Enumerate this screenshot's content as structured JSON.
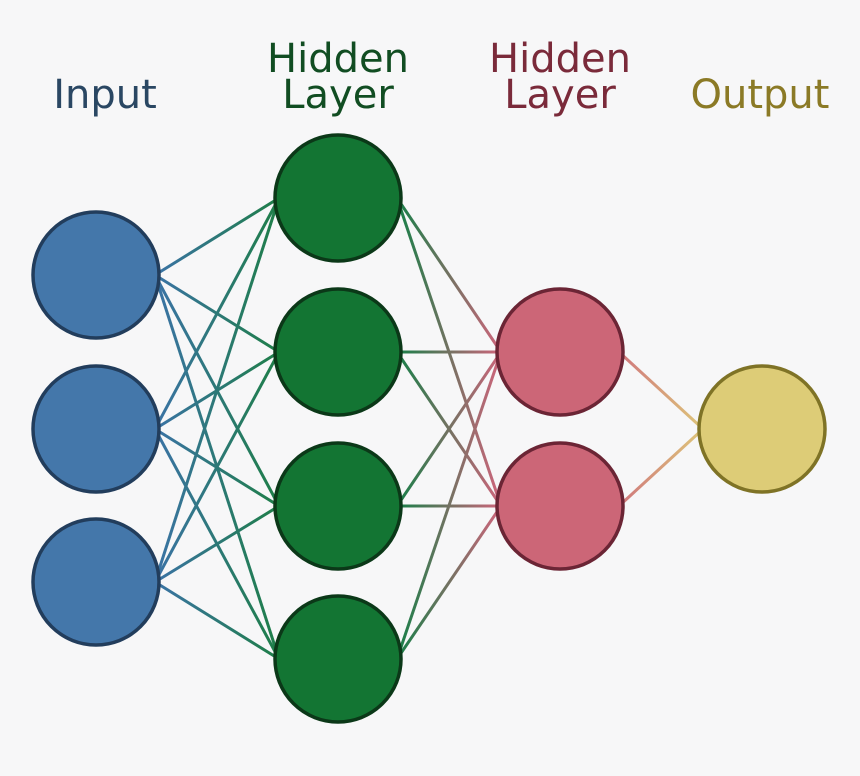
{
  "labels": {
    "input": "Input",
    "hidden1_line1": "Hidden",
    "hidden1_line2": "Layer",
    "hidden2_line1": "Hidden",
    "hidden2_line2": "Layer",
    "output": "Output"
  },
  "layers": [
    {
      "name": "input",
      "nodes": 3,
      "fill": "#4477aa",
      "stroke": "#223d5c",
      "text_color": "#2a4763"
    },
    {
      "name": "hidden1",
      "nodes": 4,
      "fill": "#137533",
      "stroke": "#0b3818",
      "text_color": "#114d22"
    },
    {
      "name": "hidden2",
      "nodes": 2,
      "fill": "#cc6677",
      "stroke": "#6b2535",
      "text_color": "#7a2a3a"
    },
    {
      "name": "output",
      "nodes": 1,
      "fill": "#ddcc77",
      "stroke": "#7f7326",
      "text_color": "#8b7a26"
    }
  ],
  "connection_colors": {
    "input_to_hidden1": {
      "from": "#3a73a3",
      "to": "#1f7e4a"
    },
    "hidden1_to_hidden2": {
      "from": "#1f7e4a",
      "to": "#c8667a"
    },
    "hidden2_to_output": {
      "from": "#d07a7c",
      "to": "#ddc27a"
    }
  }
}
